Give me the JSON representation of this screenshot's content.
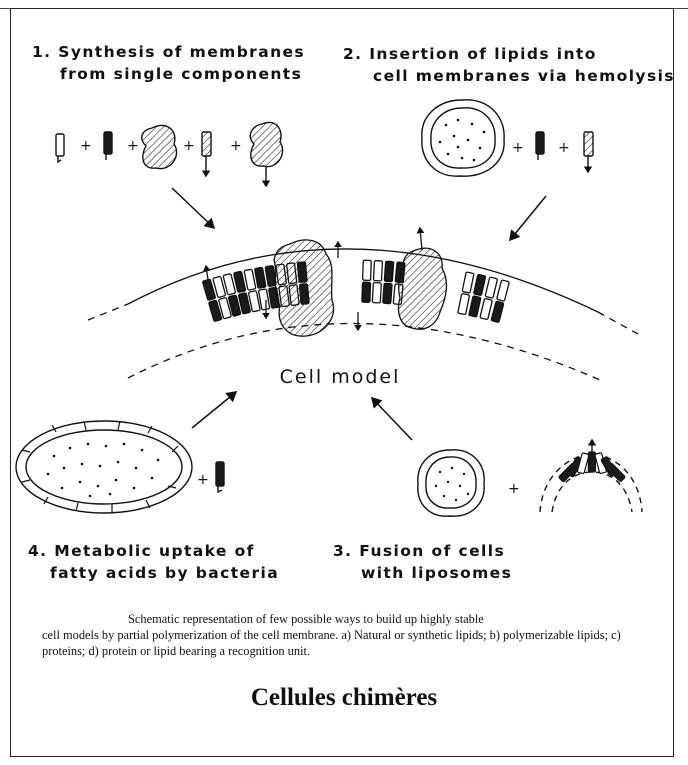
{
  "labels": {
    "item1_line1": "1. Synthesis of membranes",
    "item1_line2": "from single components",
    "item2_line1": "2. Insertion of lipids into",
    "item2_line2": "cell membranes via hemolysis",
    "item3_line1": "3. Fusion of cells",
    "item3_line2": "with liposomes",
    "item4_line1": "4. Metabolic uptake of",
    "item4_line2": "fatty acids by bacteria",
    "center": "Cell model"
  },
  "symbols": {
    "plus": "+"
  },
  "caption": {
    "line1": "Schematic representation of few possible ways to build up highly stable",
    "rest": "cell models by partial polymerization of the cell membrane. a) Natural or synthetic lipids; b) polymerizable lipids; c) proteins; d) protein or lipid bearing a recognition unit."
  },
  "title": "Cellules chimères",
  "icons": [
    "lipid-natural-icon",
    "lipid-polymerizable-icon",
    "protein-icon",
    "recognition-lipid-icon",
    "recognition-protein-icon",
    "vesicle-icon",
    "bacterium-icon",
    "liposome-icon",
    "arrow-icon"
  ],
  "colors": {
    "ink": "#111111",
    "background": "#ffffff",
    "fill_dark": "#1a1a1a"
  }
}
